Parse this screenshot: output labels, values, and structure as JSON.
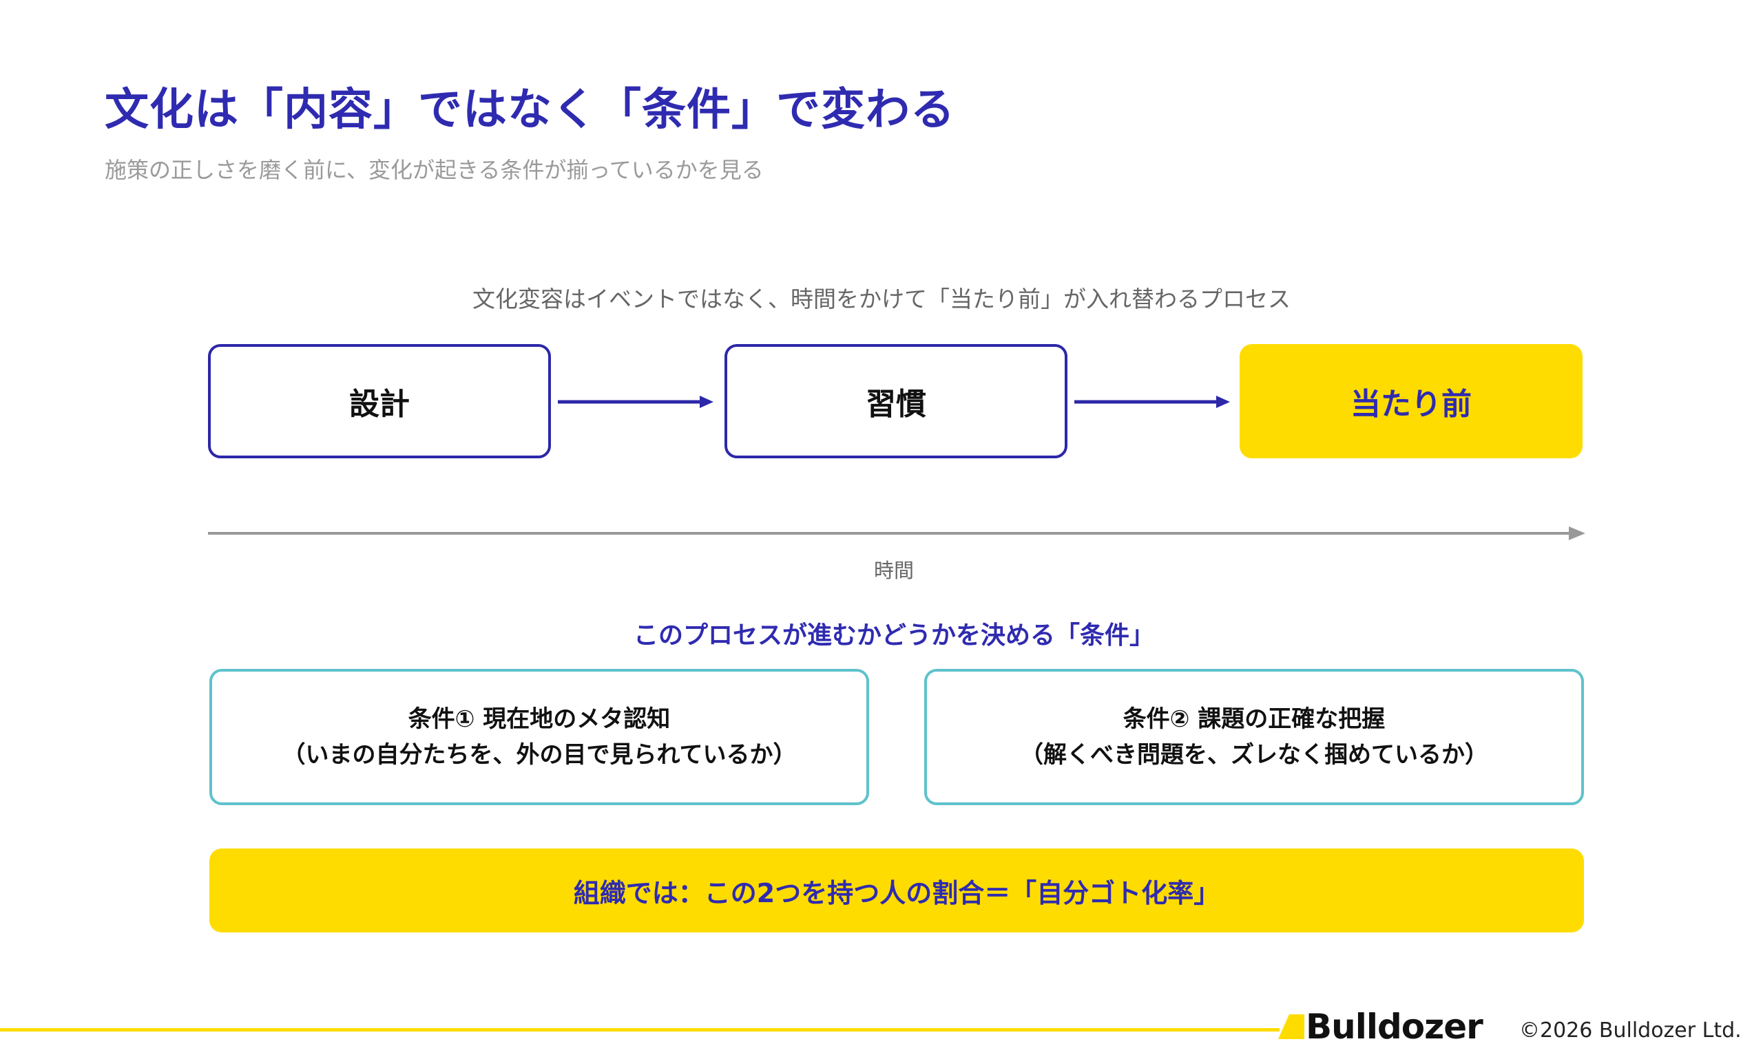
{
  "slide": {
    "title": "文化は「内容」ではなく「条件」で変わる",
    "subtitle": "施策の正しさを磨く前に、変化が起きる条件が揃っているかを見る"
  },
  "process": {
    "caption": "文化変容はイベントではなく、時間をかけて「当たり前」が入れ替わるプロセス",
    "stages": [
      {
        "label": "設計"
      },
      {
        "label": "習慣"
      },
      {
        "label": "当たり前"
      }
    ],
    "timeline_label": "時間"
  },
  "conditions": {
    "heading": "このプロセスが進むかどうかを決める「条件」",
    "items": [
      {
        "line1": "条件① 現在地のメタ認知",
        "line2": "（いまの自分たちを、外の目で見られているか）"
      },
      {
        "line1": "条件② 課題の正確な把握",
        "line2": "（解くべき問題を、ズレなく掴めているか）"
      }
    ]
  },
  "summary": {
    "text": "組織では：この2つを持つ人の割合＝「自分ゴト化率」"
  },
  "footer": {
    "logo_text": "Bulldozer",
    "copyright": "©2026 Bulldozer Ltd."
  },
  "colors": {
    "primary": "#2f2bb0",
    "accent_yellow": "#ffdc00",
    "condition_border": "#5ec2cc",
    "timeline": "#999999"
  }
}
